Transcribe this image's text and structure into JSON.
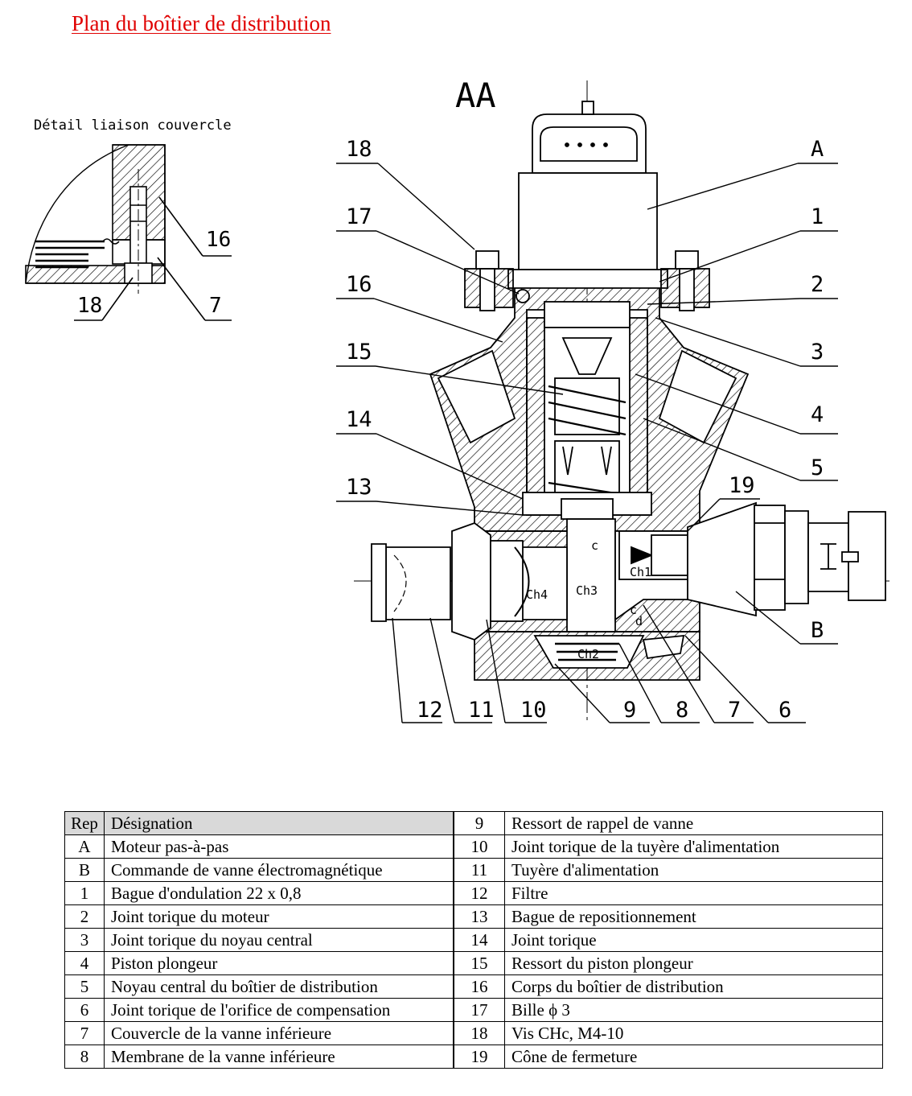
{
  "title": "Plan du boîtier de distribution",
  "detail_title": "Détail liaison couvercle",
  "section_label": "AA",
  "detail_callouts": [
    "16",
    "18",
    "7"
  ],
  "callouts": {
    "left": [
      "18",
      "17",
      "16",
      "15",
      "14",
      "13"
    ],
    "right": [
      "A",
      "1",
      "2",
      "3",
      "4",
      "5",
      "19",
      "B"
    ],
    "bottom": [
      "12",
      "11",
      "10",
      "9",
      "8",
      "7",
      "6"
    ]
  },
  "chamber_labels": {
    "ch1": "Ch1",
    "ch2": "Ch2",
    "ch3": "Ch3",
    "ch4": "Ch4",
    "c": "c",
    "c2": "c",
    "d": "d"
  },
  "table": {
    "header_rep": "Rep",
    "header_designation": "Désignation",
    "left": [
      {
        "rep": "A",
        "designation": "Moteur pas-à-pas"
      },
      {
        "rep": "B",
        "designation": "Commande de vanne électromagnétique"
      },
      {
        "rep": "1",
        "designation": "Bague d'ondulation 22 x 0,8"
      },
      {
        "rep": "2",
        "designation": "Joint torique du moteur"
      },
      {
        "rep": "3",
        "designation": "Joint torique du noyau central"
      },
      {
        "rep": "4",
        "designation": "Piston plongeur"
      },
      {
        "rep": "5",
        "designation": "Noyau central du boîtier de distribution"
      },
      {
        "rep": "6",
        "designation": "Joint torique de l'orifice de compensation"
      },
      {
        "rep": "7",
        "designation": "Couvercle de la vanne inférieure"
      },
      {
        "rep": "8",
        "designation": "Membrane de la vanne inférieure"
      }
    ],
    "right": [
      {
        "rep": "9",
        "designation": "Ressort de rappel de vanne"
      },
      {
        "rep": "10",
        "designation": "Joint torique de la tuyère d'alimentation"
      },
      {
        "rep": "11",
        "designation": "Tuyère d'alimentation"
      },
      {
        "rep": "12",
        "designation": "Filtre"
      },
      {
        "rep": "13",
        "designation": "Bague de repositionnement"
      },
      {
        "rep": "14",
        "designation": "Joint torique"
      },
      {
        "rep": "15",
        "designation": "Ressort du piston plongeur"
      },
      {
        "rep": "16",
        "designation": "Corps du boîtier de distribution"
      },
      {
        "rep": "17",
        "designation": "Bille ϕ 3"
      },
      {
        "rep": "18",
        "designation": "Vis CHc, M4-10"
      },
      {
        "rep": "19",
        "designation": "Cône de fermeture"
      }
    ]
  }
}
